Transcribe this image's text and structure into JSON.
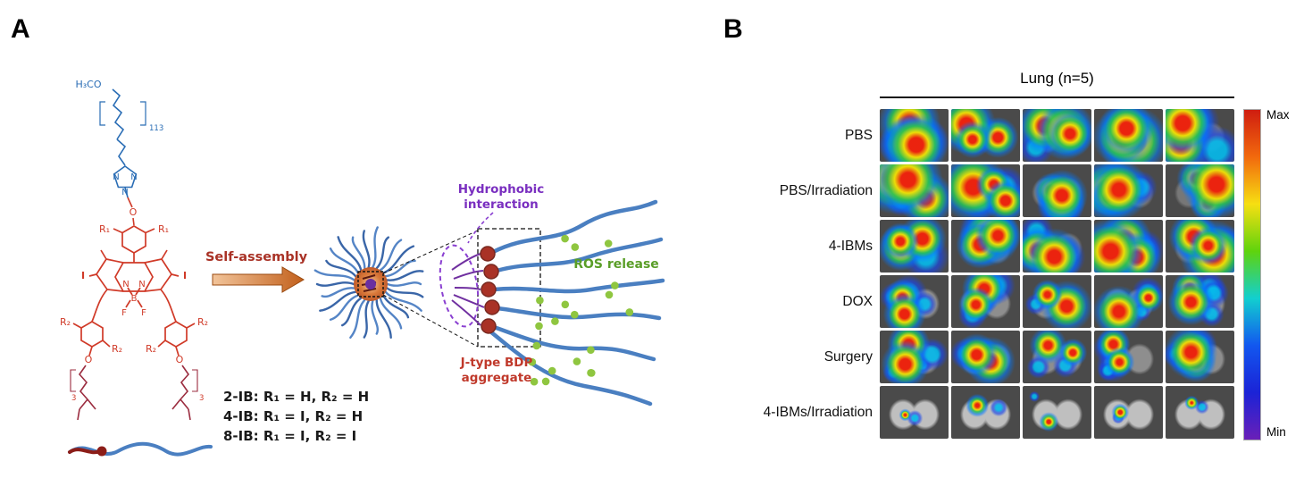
{
  "panel_a": {
    "label": "A",
    "self_assembly_label": "Self-assembly",
    "hydrophobic_label_line1": "Hydrophobic",
    "hydrophobic_label_line2": "interaction",
    "ros_label": "ROS release",
    "aggregate_label_line1": "J-type BDP",
    "aggregate_label_line2": "aggregate",
    "legend": [
      "2-IB: R₁ = H, R₂ = H",
      "4-IB: R₁ = I, R₂ = H",
      "8-IB: R₁ = I, R₂ = I"
    ],
    "structure": {
      "peg_end": "H₃CO",
      "peg_n": "113",
      "triazole_n1": "N",
      "triazole_n2": "N",
      "triazole_n3": "N",
      "o_top": "O",
      "r1_left": "R₁",
      "r1_right": "R₁",
      "i_left": "I",
      "i_right": "I",
      "n_left": "N",
      "n_right": "N",
      "b": "B",
      "f1": "F",
      "f2": "F",
      "r2_left_a": "R₂",
      "r2_left_b": "R₂",
      "r2_right_a": "R₂",
      "r2_right_b": "R₂",
      "o_left": "O",
      "o_right": "O",
      "chain_n_left": "3",
      "chain_n_right": "3"
    }
  },
  "panel_b": {
    "label": "B",
    "title": "Lung (n=5)",
    "columns": 5,
    "rows": [
      {
        "label": "PBS",
        "signal": "high"
      },
      {
        "label": "PBS/Irradiation",
        "signal": "high"
      },
      {
        "label": "4-IBMs",
        "signal": "high"
      },
      {
        "label": "DOX",
        "signal": "medium"
      },
      {
        "label": "Surgery",
        "signal": "medium"
      },
      {
        "label": "4-IBMs/Irradiation",
        "signal": "low"
      }
    ],
    "colorbar": {
      "max_label": "Max",
      "min_label": "Min",
      "colors": [
        "#cf1d10",
        "#f2690d",
        "#f6df12",
        "#5fd30d",
        "#12cfcf",
        "#1257ef",
        "#1b23d6",
        "#6a1fb8"
      ]
    }
  },
  "colors": {
    "structure_red": "#d03a28",
    "polymer_blue": "#2a6db5",
    "interaction_purple": "#7a2fc0",
    "ros_green": "#6aa832",
    "arrow_orange": "#d2691e"
  }
}
